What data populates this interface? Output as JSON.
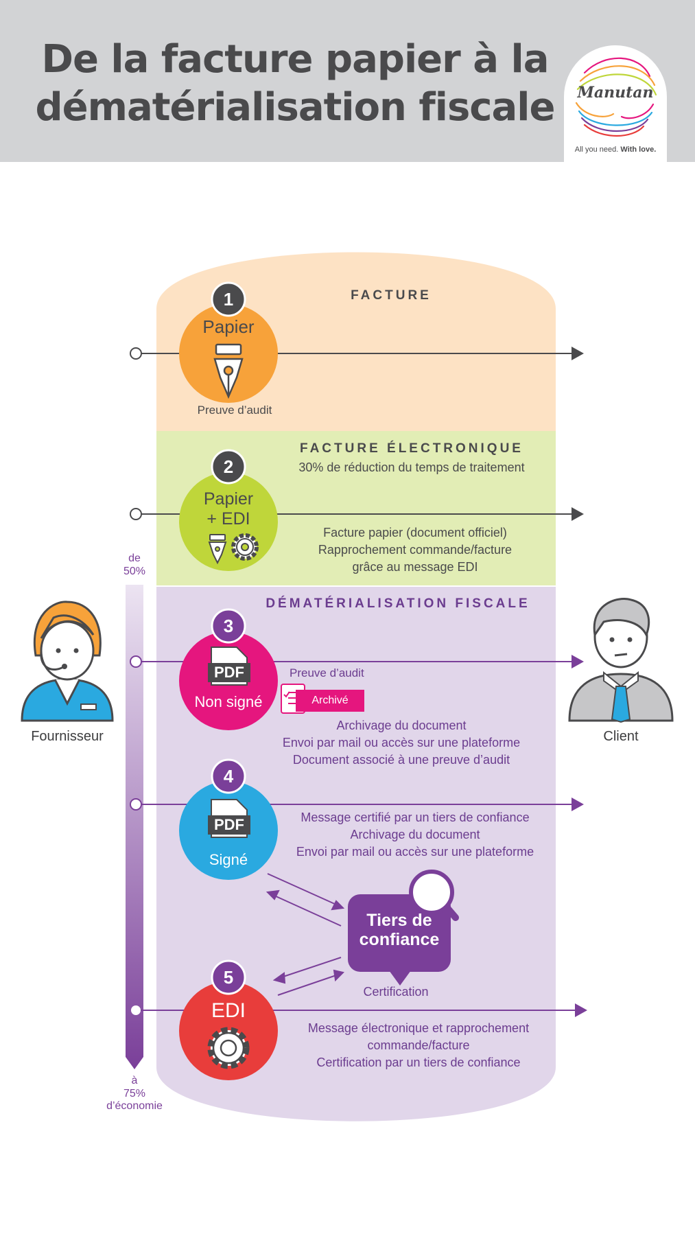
{
  "header": {
    "title_line1": "De la facture papier à la",
    "title_line2": "dématérialisation fiscale",
    "logo_brand": "Manutan",
    "logo_tagline_plain": "All you need.",
    "logo_tagline_bold": "With love."
  },
  "bands": {
    "facture": "FACTURE",
    "electronique": "FACTURE ÉLECTRONIQUE",
    "electronique_sub": "30% de réduction du temps de traitement",
    "dematerialisation": "DÉMATÉRIALISATION FISCALE"
  },
  "steps": [
    {
      "number": "1",
      "label": "Papier",
      "caption": "Preuve d’audit",
      "color": "#f7a23a"
    },
    {
      "number": "2",
      "label_line1": "Papier",
      "label_line2": "+ EDI",
      "desc": [
        "Facture papier (document officiel)",
        "Rapprochement commande/facture",
        "grâce au message EDI"
      ],
      "color": "#bfd63a"
    },
    {
      "number": "3",
      "icon_text": "PDF",
      "label": "Non signé",
      "proof": "Preuve d’audit",
      "badge": "Archivé",
      "desc": [
        "Archivage du document",
        "Envoi par mail ou accès sur une plateforme",
        "Document associé à une preuve d’audit"
      ],
      "color": "#e5167e"
    },
    {
      "number": "4",
      "icon_text": "PDF",
      "label": "Signé",
      "desc": [
        "Message certifié par un tiers de confiance",
        "Archivage du document",
        "Envoi par mail ou accès sur une plateforme"
      ],
      "color": "#2aa9e0"
    },
    {
      "number": "5",
      "label": "EDI",
      "desc": [
        "Message électronique et rapprochement",
        "commande/facture",
        "Certification par un tiers de confiance"
      ],
      "color": "#e83d3b"
    }
  ],
  "tiers": {
    "line1": "Tiers de",
    "line2": "confiance",
    "caption": "Certification"
  },
  "economy": {
    "top_line1": "de",
    "top_line2": "50%",
    "bottom_line1": "à",
    "bottom_line2": "75%",
    "bottom_line3": "d’économie"
  },
  "people": {
    "supplier": "Fournisseur",
    "client": "Client"
  },
  "colors": {
    "header_bg": "#d2d3d5",
    "band1": "#fde2c4",
    "band2": "#e2edb5",
    "band3": "#e1d6ea",
    "purple": "#7a3f99",
    "dark": "#4a4a4c"
  }
}
